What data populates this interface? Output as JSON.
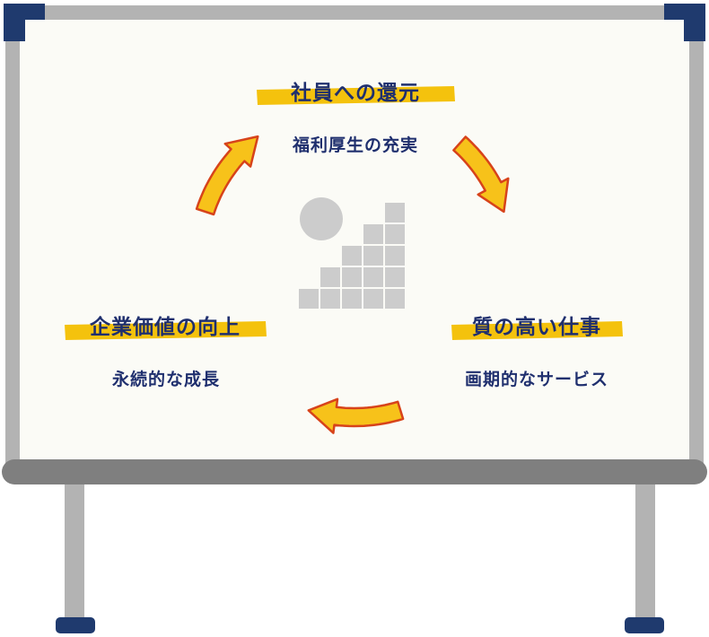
{
  "cycle": {
    "top": {
      "title": "社員への還元",
      "subtitle": "福利厚生の充実"
    },
    "right": {
      "title": "質の高い仕事",
      "subtitle": "画期的なサービス"
    },
    "left": {
      "title": "企業価値の向上",
      "subtitle": "永続的な成長"
    }
  },
  "colors": {
    "navy": "#1f2f6e",
    "highlight": "#f4c20d",
    "arrow_fill": "#f7c21a",
    "arrow_stroke": "#d7431a",
    "frame": "#b3b3b3",
    "board": "#fbfbf6",
    "icon": "#cccccc"
  },
  "icons": [
    "clockwise-arrow-icon",
    "growth-chart-icon",
    "whiteboard-stand"
  ]
}
